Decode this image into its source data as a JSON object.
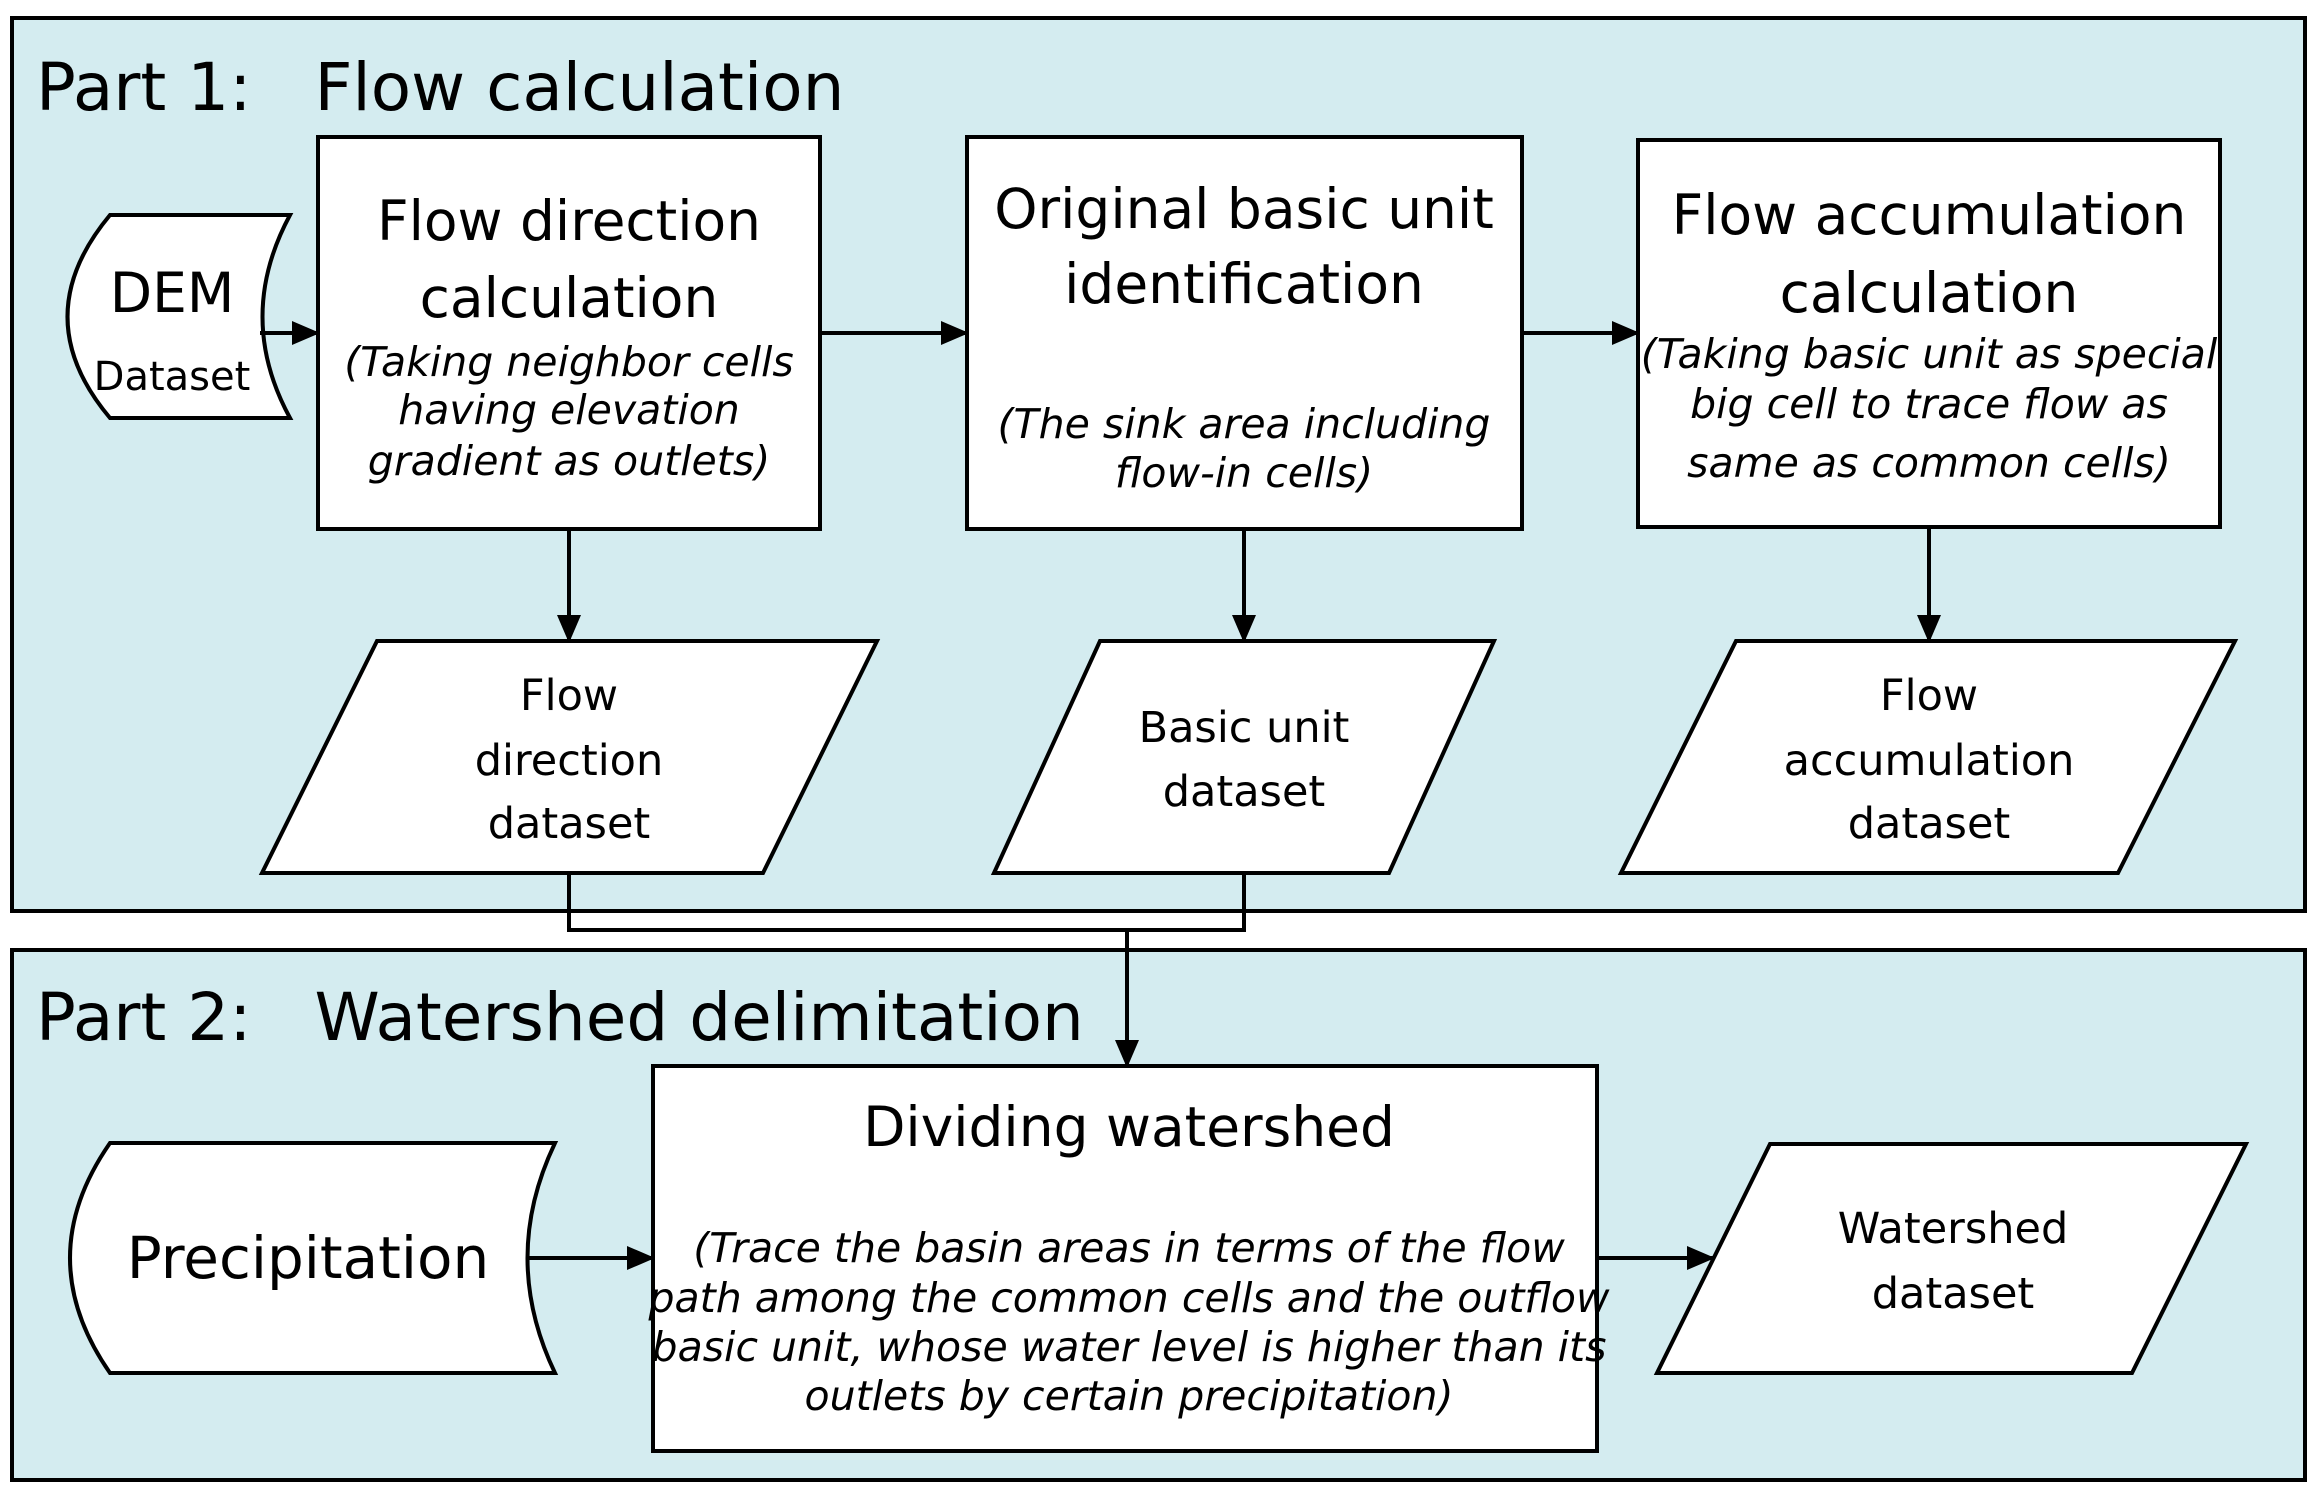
{
  "part1": {
    "title": "Part 1:   Flow calculation"
  },
  "part2": {
    "title": "Part 2:   Watershed delimitation"
  },
  "dem": {
    "label": "DEM",
    "sublabel": "Dataset"
  },
  "flow_direction": {
    "title": [
      "Flow direction",
      "calculation"
    ],
    "note": [
      "(Taking neighbor cells",
      "having elevation",
      "gradient as outlets)"
    ],
    "output": [
      "Flow",
      "direction",
      "dataset"
    ]
  },
  "basic_unit": {
    "title": [
      "Original basic unit",
      "identification"
    ],
    "note": [
      "(The sink area including",
      "flow-in cells)"
    ],
    "output": [
      "Basic unit",
      "dataset"
    ]
  },
  "flow_accumulation": {
    "title": [
      "Flow accumulation",
      "calculation"
    ],
    "note": [
      "(Taking basic unit as special",
      "big cell to trace flow as",
      "same as common cells)"
    ],
    "output": [
      "Flow",
      "accumulation",
      "dataset"
    ]
  },
  "precipitation": {
    "label": "Precipitation"
  },
  "dividing_watershed": {
    "title": [
      "Dividing watershed"
    ],
    "note": [
      "(Trace the basin areas in terms of the flow",
      "path among the common cells and the outflow",
      "basic unit, whose water level is higher than its",
      "outlets by certain precipitation)"
    ],
    "output": [
      "Watershed",
      "dataset"
    ]
  },
  "colors": {
    "panel_fill": "#d4ecf0",
    "box_fill": "#ffffff",
    "stroke": "#000000"
  }
}
